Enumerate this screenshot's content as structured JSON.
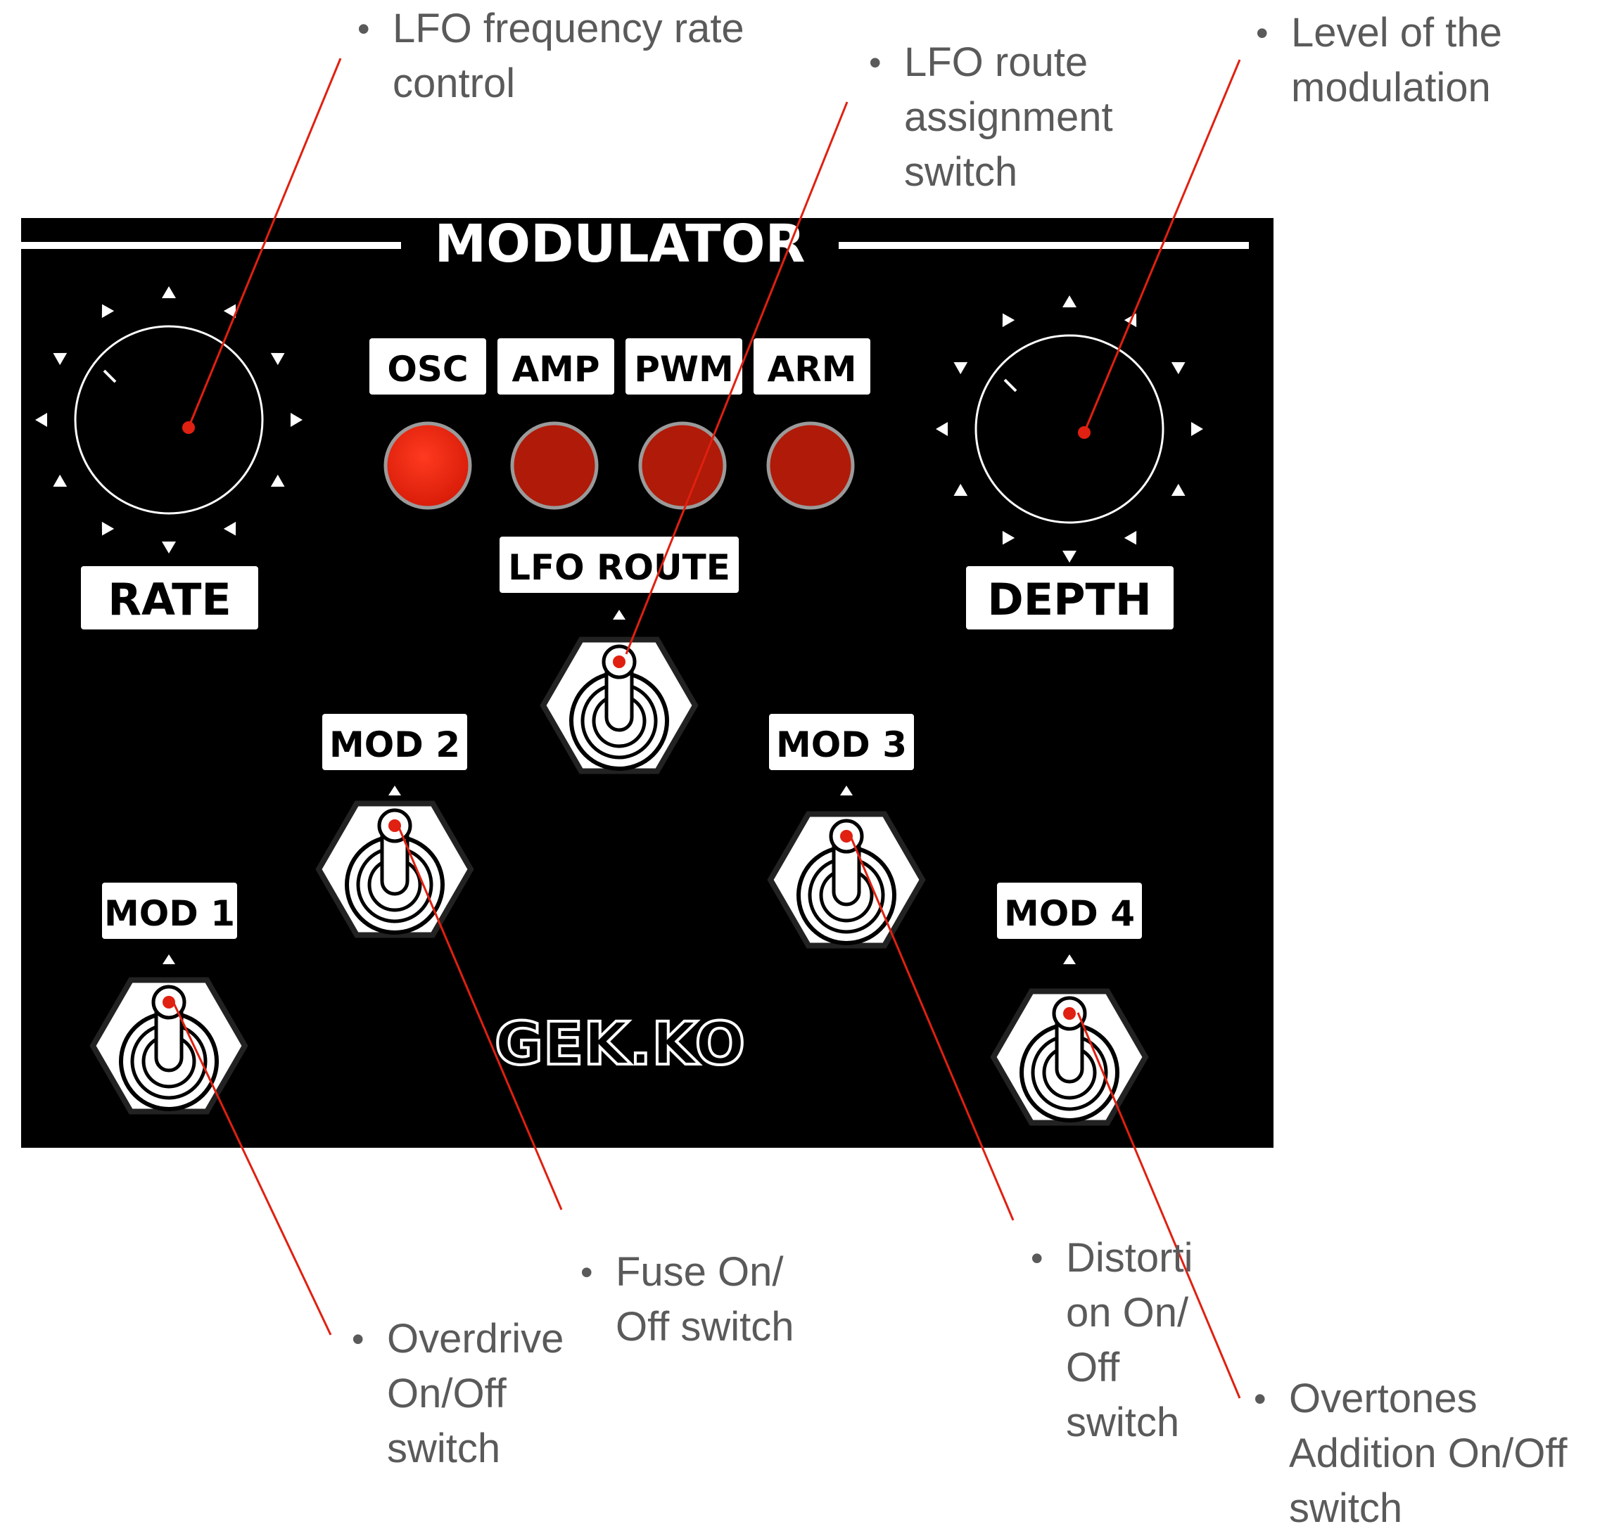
{
  "panel": {
    "title": "MODULATOR",
    "brand": "GEK.KO",
    "route_labels": [
      "OSC",
      "AMP",
      "PWM",
      "ARM"
    ],
    "knob_labels": {
      "rate": "RATE",
      "depth": "DEPTH"
    },
    "switch_labels": {
      "lfo_route": "LFO ROUTE",
      "mod1": "MOD 1",
      "mod2": "MOD 2",
      "mod3": "MOD 3",
      "mod4": "MOD 4"
    }
  },
  "callouts": {
    "rate": "LFO frequency rate\ncontrol",
    "lfo_route": "LFO route\nassignment\nswitch",
    "depth": "Level of the\nmodulation",
    "mod1": "Overdrive\nOn/Off\nswitch",
    "mod2": "Fuse On/\nOff switch",
    "mod3": "Distorti\non On/\nOff\nswitch",
    "mod4": "Overtones\nAddition On/Off\nswitch"
  },
  "colors": {
    "panel": "#000000",
    "panel_text": "#ffffff",
    "leader_line": "#e02010",
    "led_on": "#ee2a10",
    "led_dim": "#b01a08",
    "callout_text": "#5a5a5a"
  }
}
